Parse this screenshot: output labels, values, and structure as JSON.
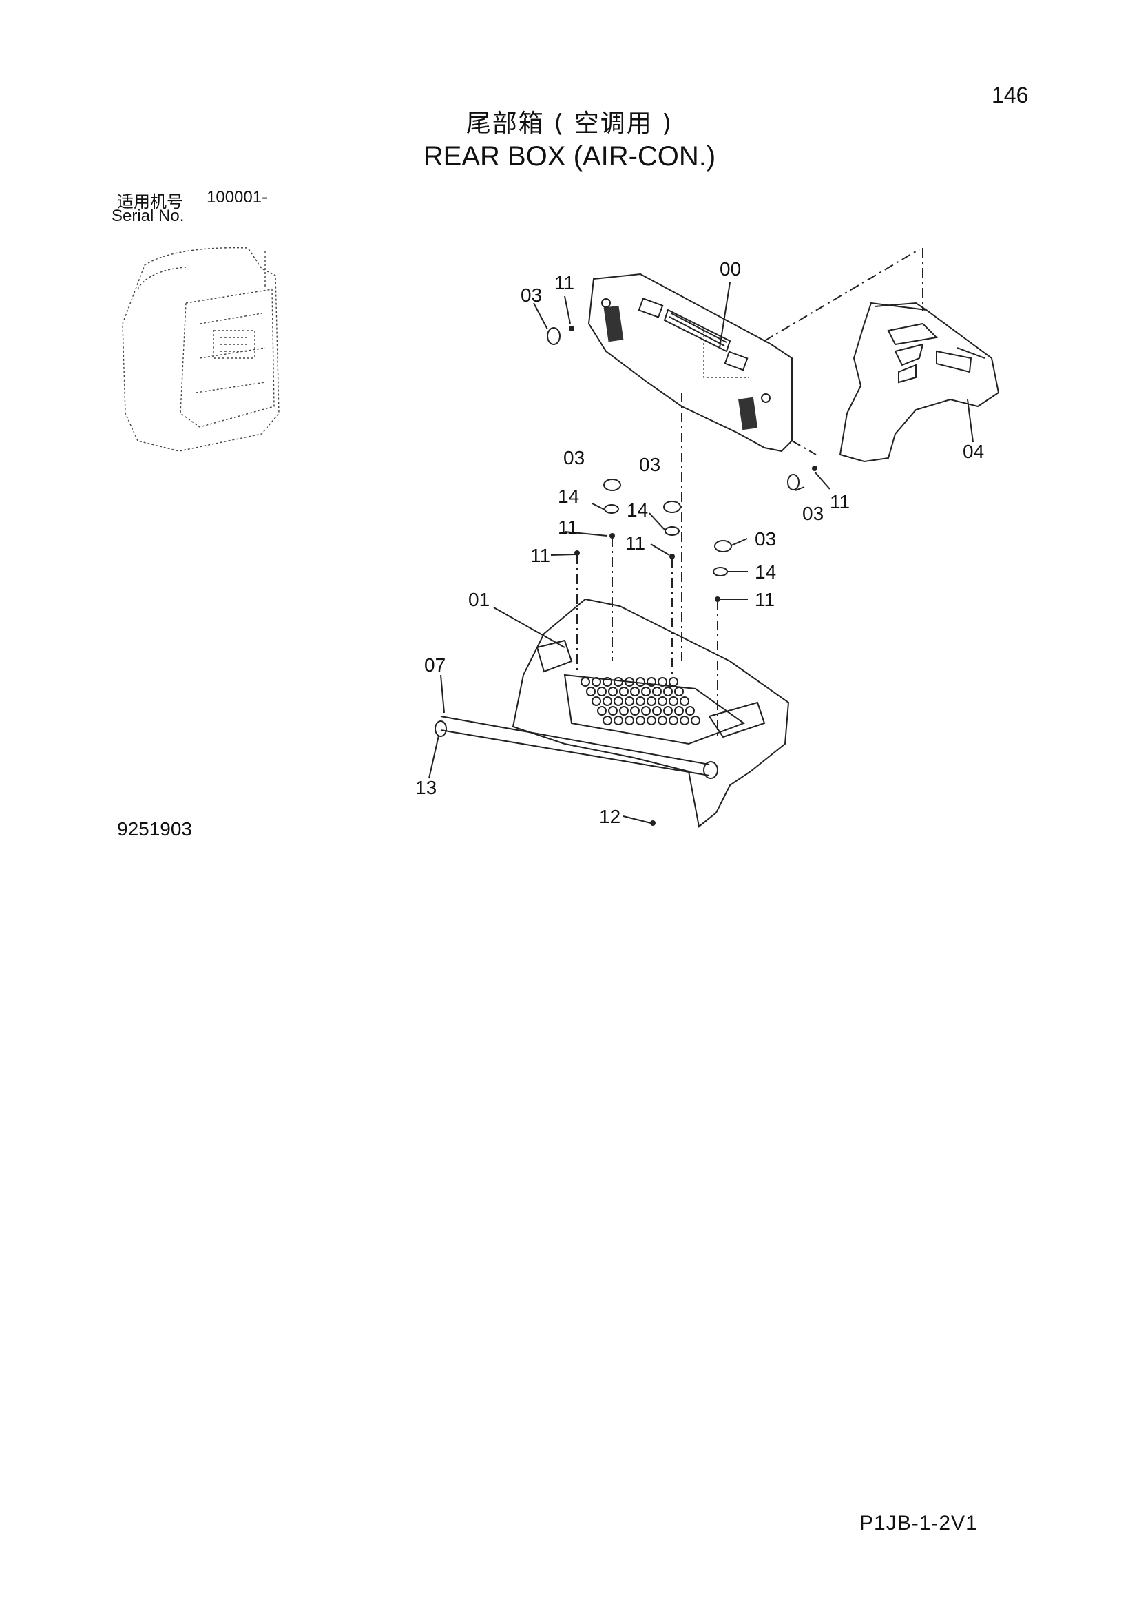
{
  "header": {
    "page_number": "146",
    "title_cn": "尾部箱 ( 空调用 )",
    "title_en": "REAR BOX (AIR-CON.)"
  },
  "serial": {
    "label_cn": "适用机号",
    "value": "100001-",
    "label_en": "Serial No."
  },
  "drawing_number": "9251903",
  "page_code": "P1JB-1-2V1",
  "callouts": {
    "c00": "00",
    "c01": "01",
    "c03_a": "03",
    "c03_b": "03",
    "c03_c": "03",
    "c03_d": "03",
    "c03_e": "03",
    "c04": "04",
    "c07": "07",
    "c11_a": "11",
    "c11_b": "11",
    "c11_c": "11",
    "c11_d": "11",
    "c11_e": "11",
    "c11_f": "11",
    "c12": "12",
    "c13": "13",
    "c14_a": "14",
    "c14_b": "14",
    "c14_c": "14"
  }
}
